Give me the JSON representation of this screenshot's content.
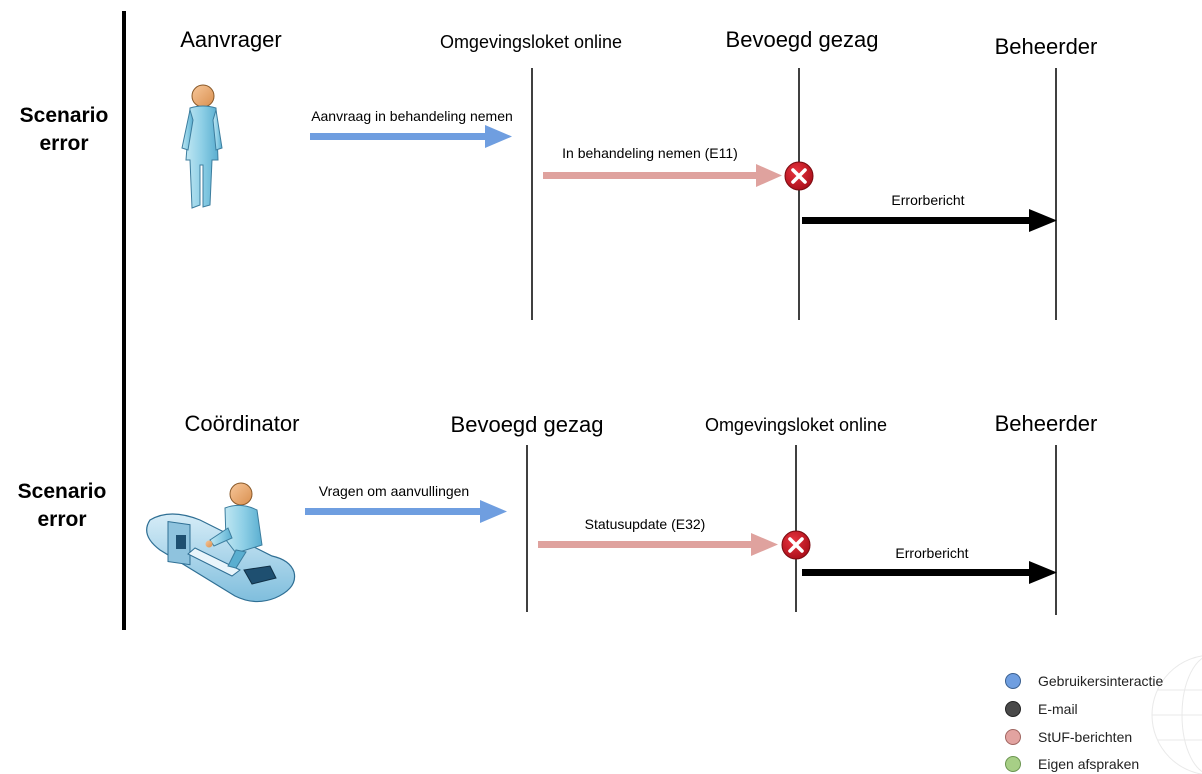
{
  "scenario1": {
    "label_line1": "Scenario",
    "label_line2": "error",
    "actors": [
      "Aanvrager",
      "Omgevingsloket online",
      "Bevoegd gezag",
      "Beheerder"
    ],
    "messages": [
      "Aanvraag in behandeling nemen",
      "In behandeling nemen (E11)",
      "Errorbericht"
    ]
  },
  "scenario2": {
    "label_line1": "Scenario",
    "label_line2": "error",
    "actors": [
      "Coördinator",
      "Bevoegd gezag",
      "Omgevingsloket online",
      "Beheerder"
    ],
    "messages": [
      "Vragen om aanvullingen",
      "Statusupdate (E32)",
      "Errorbericht"
    ]
  },
  "legend": [
    {
      "label": "Gebruikersinteractie",
      "color": "#6f9ee0"
    },
    {
      "label": "E-mail",
      "color": "#4a4a4a"
    },
    {
      "label": "StUF-berichten",
      "color": "#e2a3a0"
    },
    {
      "label": "Eigen afspraken",
      "color": "#a7cf86"
    }
  ],
  "colors": {
    "user_arrow": "#6f9ee0",
    "stuf_arrow": "#dfa29e",
    "error_arrow": "#000000",
    "error_icon": "#c0141f"
  }
}
